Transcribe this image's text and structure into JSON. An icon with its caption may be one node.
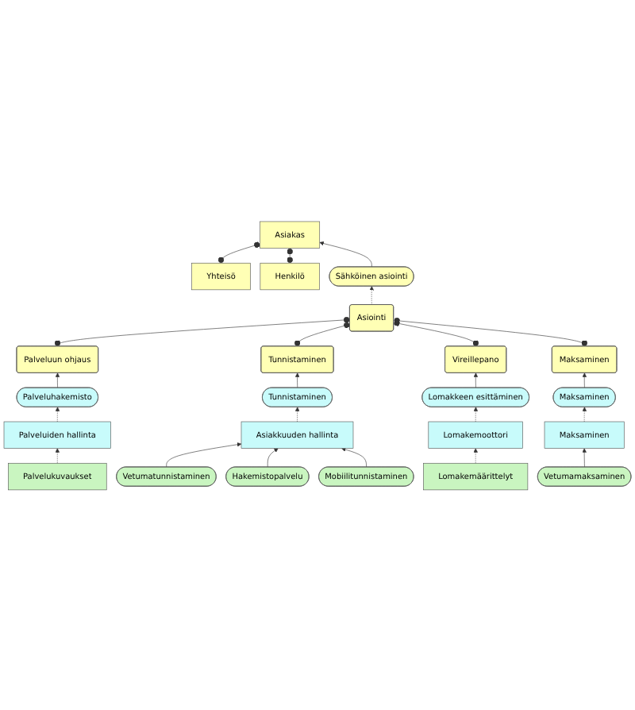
{
  "diagram": {
    "nodes": [
      {
        "text": [
          "Yhteisö"
        ]
      },
      {
        "text": [
          "Asiakas"
        ]
      },
      {
        "text": [
          "Henkilö"
        ]
      },
      {
        "text": [
          "Sähköinen asiointi"
        ]
      },
      {
        "text": [
          "Asiointi"
        ]
      },
      {
        "text": [
          "Palveluun ohjaus"
        ]
      },
      {
        "text": [
          "Tunnistaminen"
        ]
      },
      {
        "text": [
          "Vireillepano"
        ]
      },
      {
        "text": [
          "Maksaminen"
        ]
      },
      {
        "text": [
          "Palveluhakemisto"
        ]
      },
      {
        "text": [
          "Tunnistaminen"
        ]
      },
      {
        "text": [
          "Lomakkeen esittäminen"
        ]
      },
      {
        "text": [
          "Maksaminen"
        ]
      },
      {
        "text": [
          "Palveluiden hallinta"
        ]
      },
      {
        "text": [
          "Asiakkuuden hallinta"
        ]
      },
      {
        "text": [
          "Lomakemoottori"
        ]
      },
      {
        "text": [
          "Maksaminen"
        ]
      },
      {
        "text": [
          "Palvelukuvaukset"
        ]
      },
      {
        "text": [
          "Vetumatunnistaminen"
        ]
      },
      {
        "text": [
          "Mobiilitunnistaminen"
        ]
      },
      {
        "text": [
          "Hakemistopalvelu"
        ]
      },
      {
        "text": [
          "Lomakemäärittelyt"
        ]
      },
      {
        "text": [
          "Vetumamaksaminen"
        ]
      }
    ],
    "edges": [
      {
        "from": 0,
        "to": 1,
        "arrow": "other"
      },
      {
        "from": 2,
        "to": 1,
        "arrow": "other"
      },
      {
        "from": 3,
        "to": 1,
        "arrow": "to"
      },
      {
        "from": 4,
        "to": 3,
        "arrow": "to",
        "style": "dashed"
      },
      {
        "from": 5,
        "to": 4,
        "arrow": "other"
      },
      {
        "from": 6,
        "to": 4,
        "arrow": "other"
      },
      {
        "from": 7,
        "to": 4,
        "arrow": "other"
      },
      {
        "from": 8,
        "to": 4,
        "arrow": "other"
      },
      {
        "from": 9,
        "to": 5,
        "arrow": "to"
      },
      {
        "from": 10,
        "to": 6,
        "arrow": "to"
      },
      {
        "from": 11,
        "to": 7,
        "arrow": "to"
      },
      {
        "from": 12,
        "to": 8,
        "arrow": "to"
      },
      {
        "from": 13,
        "to": 9,
        "arrow": "to",
        "style": "dashed"
      },
      {
        "from": 14,
        "to": 10,
        "arrow": "to",
        "style": "dashed"
      },
      {
        "from": 15,
        "to": 11,
        "arrow": "to",
        "style": "dashed"
      },
      {
        "from": 16,
        "to": 12,
        "arrow": "to",
        "style": "dashed"
      },
      {
        "from": 17,
        "to": 13,
        "arrow": "to",
        "style": "dashed"
      },
      {
        "from": 18,
        "to": 14,
        "arrow": "to"
      },
      {
        "from": 20,
        "to": 14,
        "arrow": "to"
      },
      {
        "from": 19,
        "to": 14,
        "arrow": "to"
      },
      {
        "from": 21,
        "to": 15,
        "arrow": "to",
        "style": "dashed"
      },
      {
        "from": 22,
        "to": 16,
        "arrow": "to"
      }
    ]
  }
}
